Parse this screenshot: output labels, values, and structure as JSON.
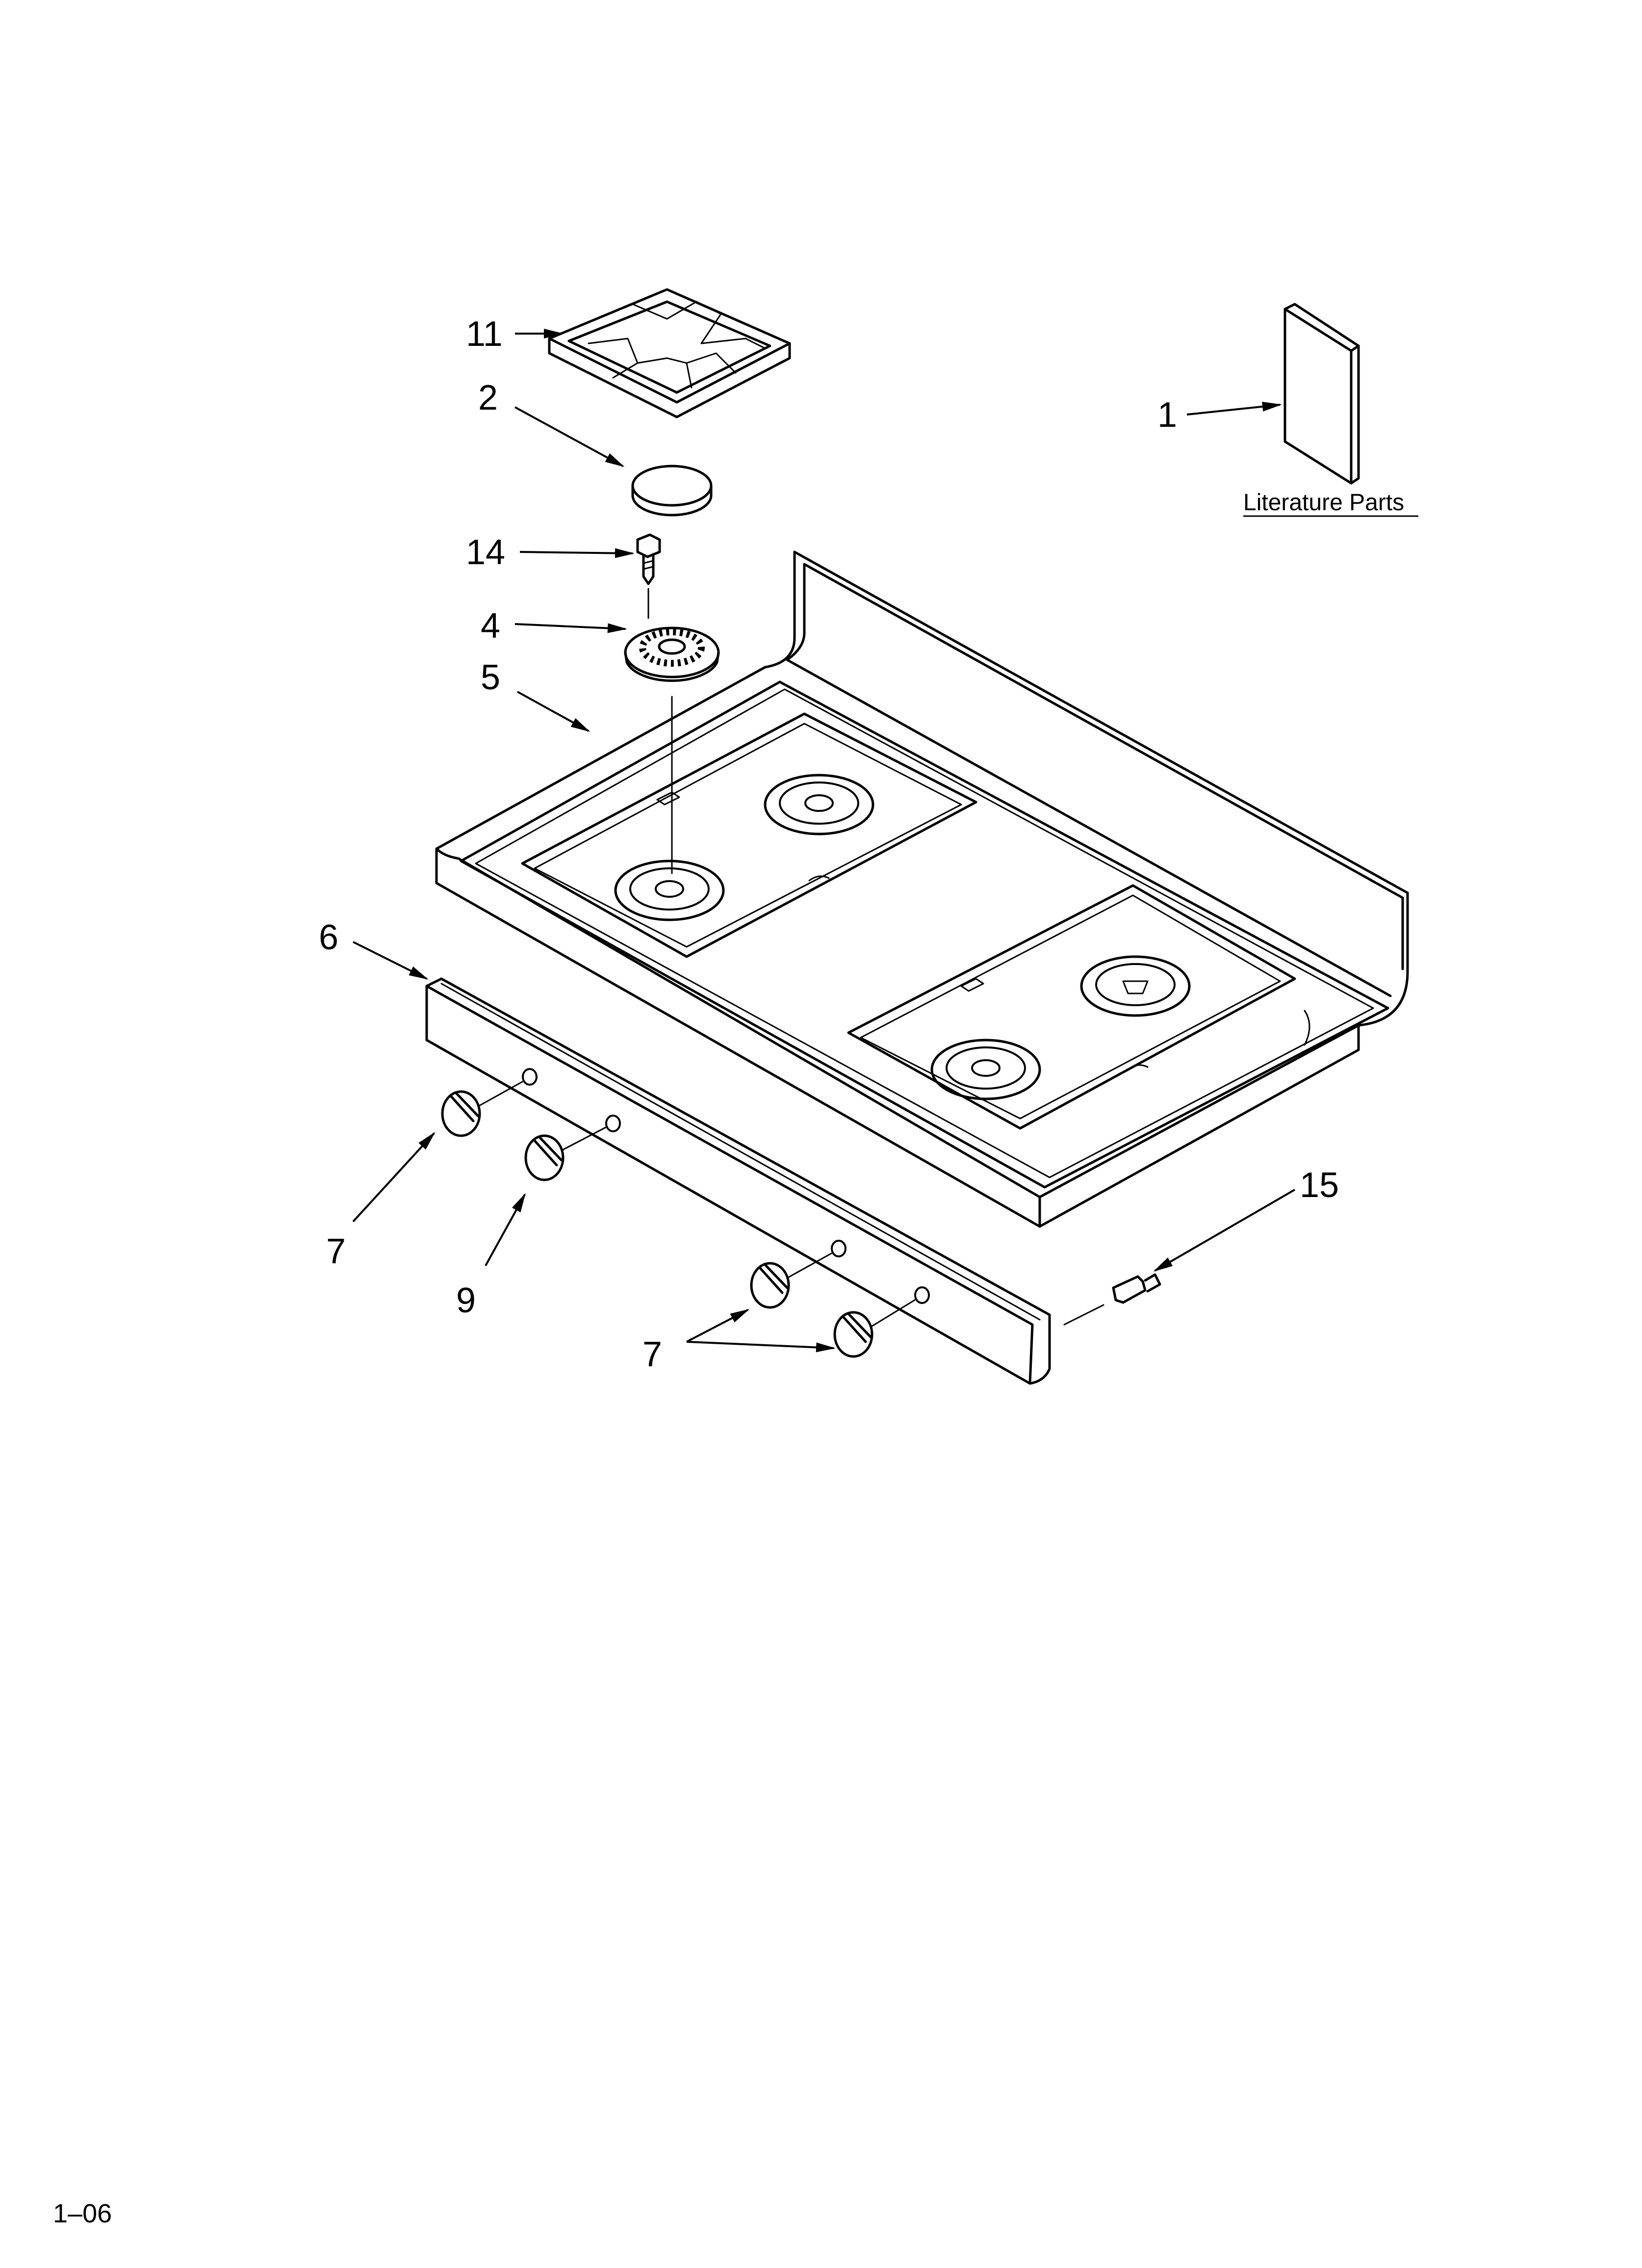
{
  "callouts": {
    "c11": "11",
    "c2": "2",
    "c14": "14",
    "c4": "4",
    "c5": "5",
    "c6": "6",
    "c1": "1",
    "c7a": "7",
    "c9": "9",
    "c7b": "7",
    "c15": "15"
  },
  "literature_label": "Literature Parts",
  "footer_code": "1–06"
}
